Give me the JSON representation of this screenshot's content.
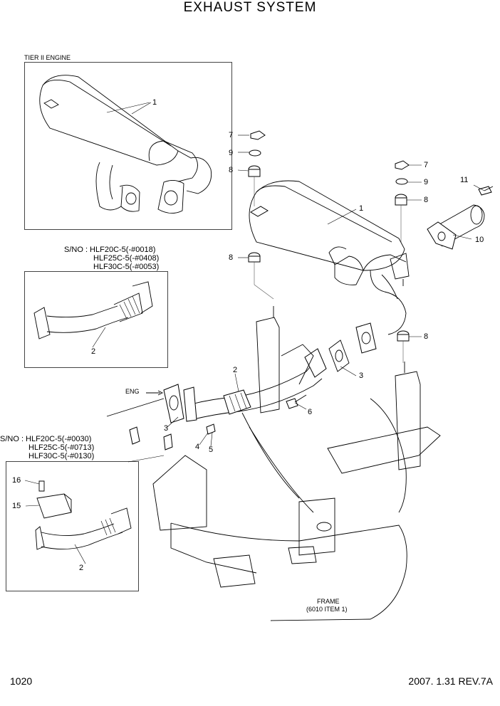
{
  "title": "EXHAUST SYSTEM",
  "page_number": "1020",
  "revision": "2007. 1.31 REV.7A",
  "inset_engine": {
    "label": "TIER II ENGINE"
  },
  "serial_block_1": {
    "lines": [
      "S/NO : HLF20C-5(-#0018)",
      "HLF25C-5(-#0408)",
      "HLF30C-5(-#0053)"
    ]
  },
  "serial_block_2": {
    "lines": [
      "S/NO : HLF20C-5(-#0030)",
      "HLF25C-5(-#0713)",
      "HLF30C-5(-#0130)"
    ]
  },
  "eng_label": "ENG",
  "frame_label": {
    "line1": "FRAME",
    "line2": "(6010 ITEM 1)"
  },
  "callouts": {
    "inset1_muffler": "1",
    "inset1_pipe": "2",
    "inset2_pipe": "2",
    "inset2_cover": "15",
    "inset2_bolt": "16",
    "nut_left": "7",
    "washer_left": "9",
    "mount_left_top": "8",
    "mount_left_bottom": "8",
    "nut_right": "7",
    "washer_right": "9",
    "mount_right_top": "8",
    "mount_right_bottom": "8",
    "muffler_main": "1",
    "bolt_11": "11",
    "tailpipe_10": "10",
    "pipe_main": "2",
    "gasket_3_right": "3",
    "gasket_3_left": "3",
    "bolt_6": "6",
    "clamp_4": "4",
    "clamp_5": "5"
  }
}
